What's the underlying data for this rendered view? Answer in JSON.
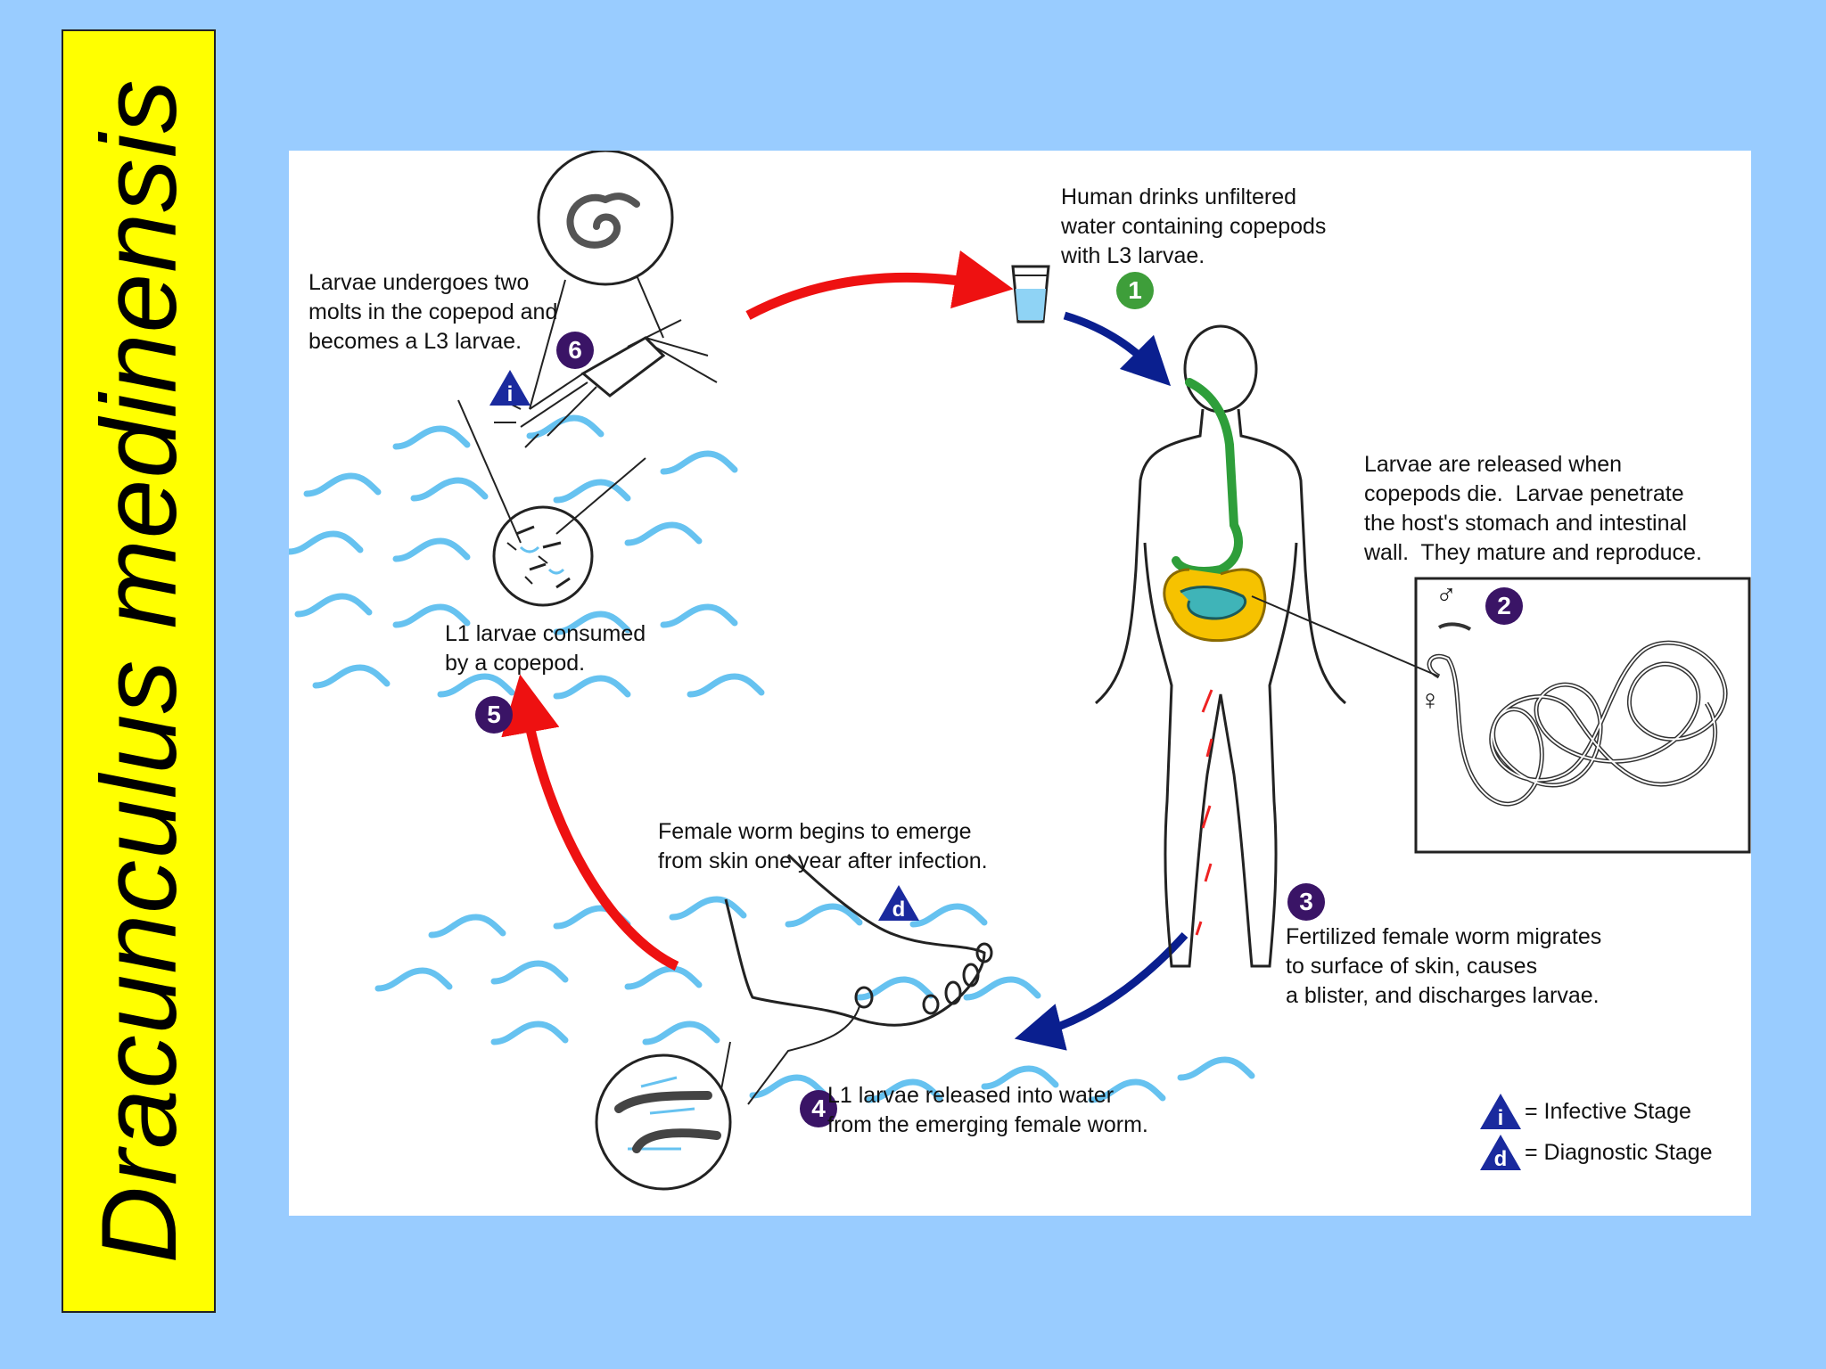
{
  "title": "Dracunculus medinensis",
  "colors": {
    "background": "#99CCFF",
    "title_box": "#FFFF00",
    "panel": "#FFFFFF",
    "arrow_red": "#EE1111",
    "arrow_blue": "#0A1F8F",
    "water": "#66C2F0",
    "badge_purple": "#3A1466",
    "badge_green": "#3E9E3A"
  },
  "steps": {
    "s1": {
      "number": "1",
      "text": "Human drinks unfiltered\nwater containing copepods\nwith L3 larvae."
    },
    "s2": {
      "number": "2",
      "text": "Larvae are released when\ncopepods die.  Larvae penetrate\nthe host's stomach and intestinal\nwall.  They mature and reproduce."
    },
    "s3": {
      "number": "3",
      "text": "Fertilized female worm migrates\nto surface of skin, causes\na blister, and discharges larvae."
    },
    "s4": {
      "number": "4",
      "text": "L1 larvae released into water\nfrom the emerging female worm."
    },
    "s5": {
      "number": "5",
      "text": "L1 larvae consumed\nby a copepod."
    },
    "s6": {
      "number": "6",
      "text": "Larvae undergoes two\nmolts in the copepod and\nbecomes a L3 larvae."
    },
    "emerge": {
      "text": "Female worm begins to emerge\nfrom skin one year after infection."
    }
  },
  "symbols": {
    "infective_letter": "i",
    "diagnostic_letter": "d",
    "male": "♂",
    "female": "♀"
  },
  "legend": {
    "infective": "= Infective Stage",
    "diagnostic": "= Diagnostic Stage"
  }
}
